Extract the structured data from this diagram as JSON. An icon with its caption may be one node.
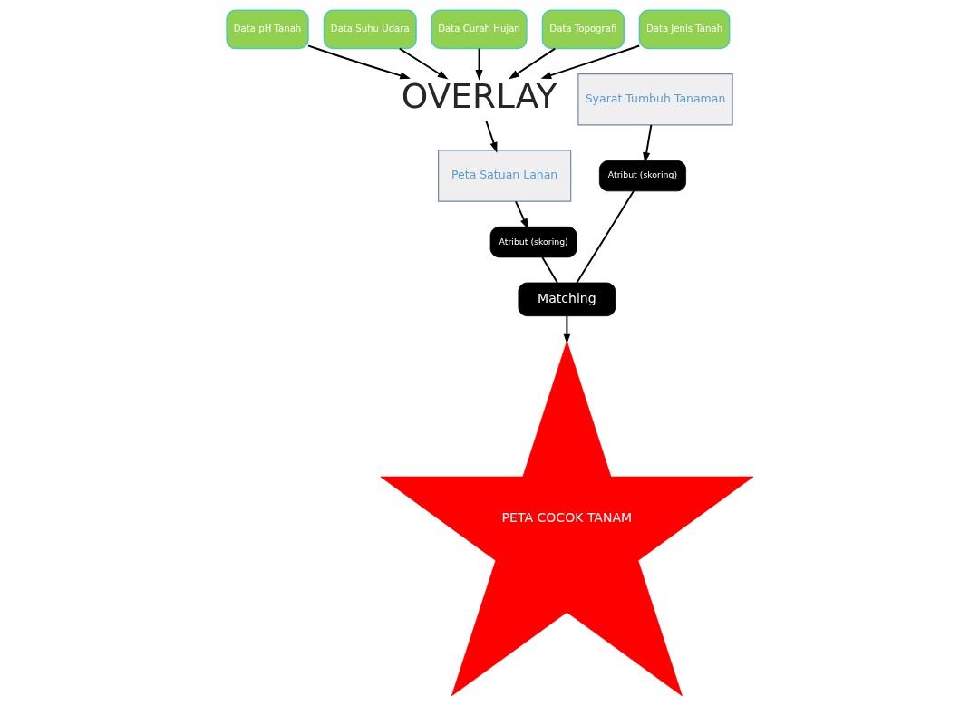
{
  "diagram": {
    "nodes": [
      {
        "text": [
          "Data pH Tanah"
        ]
      },
      {
        "text": [
          "Data Suhu Udara"
        ]
      },
      {
        "text": [
          "Data Curah Hujan"
        ]
      },
      {
        "text": [
          "Data Topografi"
        ]
      },
      {
        "text": [
          "Data Jenis Tanah"
        ]
      },
      {
        "text": [
          "OVERLAY"
        ]
      },
      {
        "text": [
          "Syarat Tumbuh Tanaman"
        ]
      },
      {
        "text": [
          "Peta Satuan Lahan"
        ]
      },
      {
        "text": [
          "Atribut (skoring)"
        ]
      },
      {
        "text": [
          "Matching"
        ]
      },
      {
        "text": [
          "Atribut (skoring)"
        ]
      },
      {
        "text": [
          "PETA COCOK TANAM"
        ]
      }
    ],
    "edges": [
      {
        "from": 0,
        "to": 5,
        "arrow": "to"
      },
      {
        "from": 1,
        "to": 5,
        "arrow": "to"
      },
      {
        "from": 2,
        "to": 5,
        "arrow": "to"
      },
      {
        "from": 3,
        "to": 5,
        "arrow": "to"
      },
      {
        "from": 4,
        "to": 5,
        "arrow": "to"
      },
      {
        "from": 5,
        "to": 7,
        "arrow": "to"
      },
      {
        "from": 6,
        "to": 8,
        "arrow": "to"
      },
      {
        "from": 7,
        "to": 10,
        "arrow": "to"
      },
      {
        "from": 10,
        "to": 9,
        "arrow": "none"
      },
      {
        "from": 8,
        "to": 9,
        "arrow": "none"
      },
      {
        "from": 9,
        "to": 11,
        "arrow": "to"
      }
    ]
  }
}
